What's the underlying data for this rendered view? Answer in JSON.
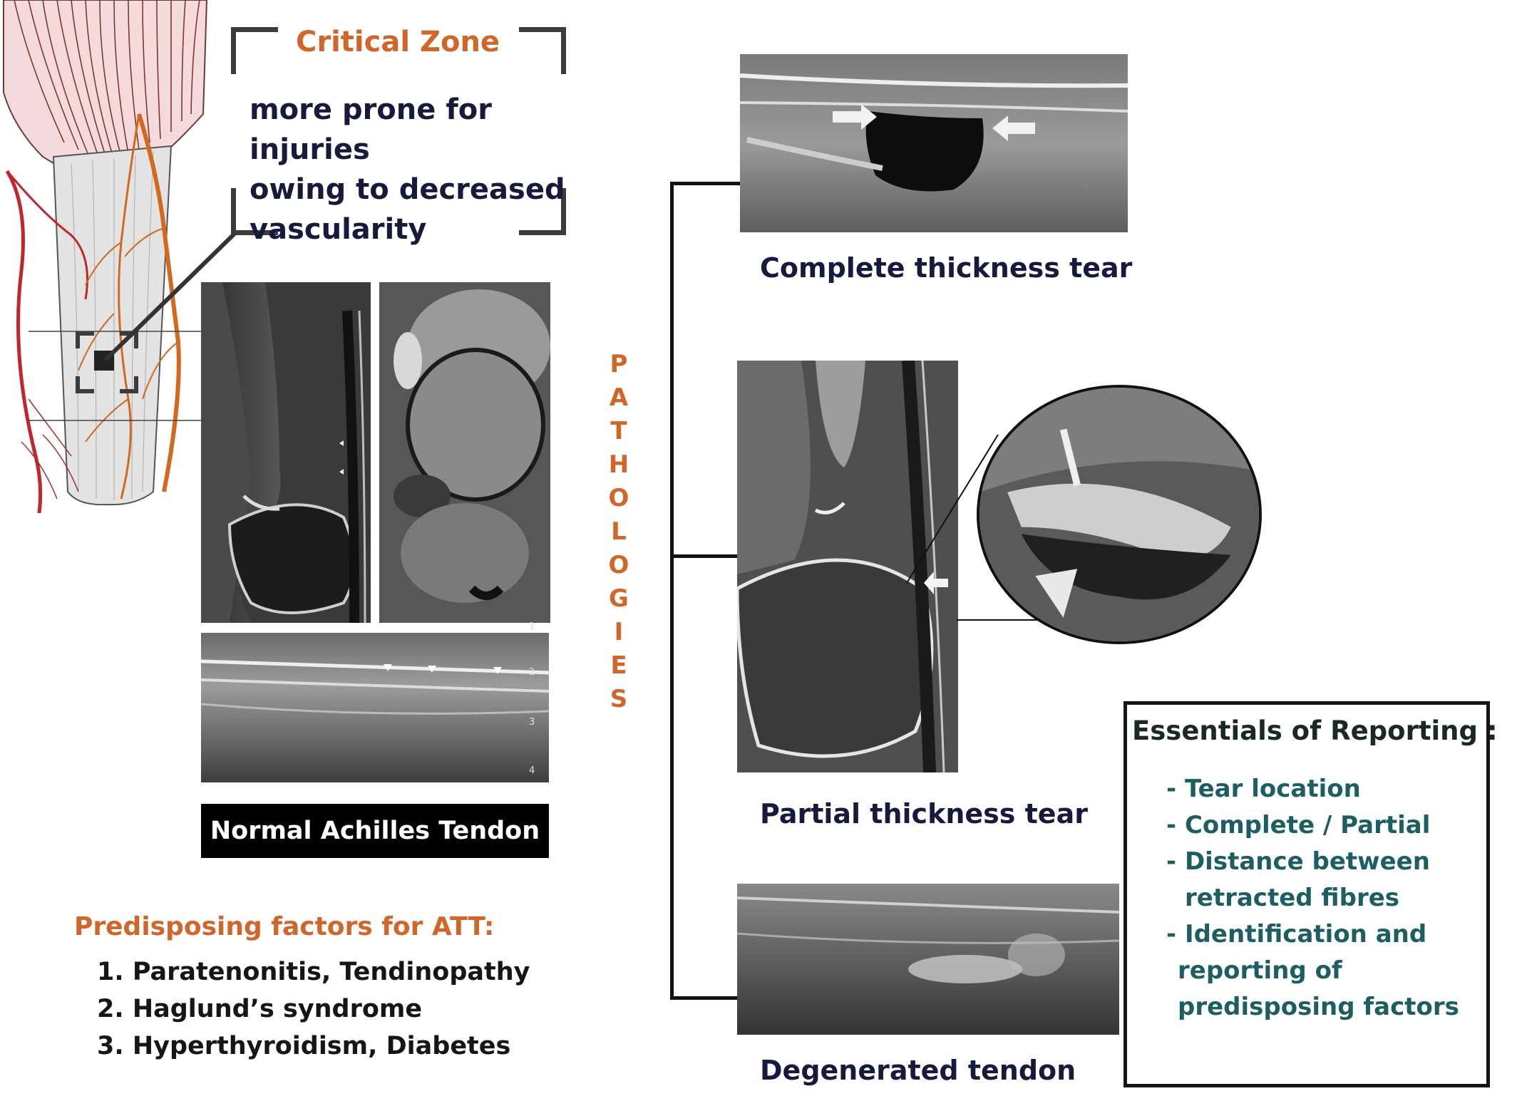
{
  "critical_zone": {
    "title": "Critical Zone",
    "description_lines": [
      "more prone for injuries",
      "owing to decreased",
      "vascularity"
    ]
  },
  "normal_label": "Normal Achilles Tendon",
  "ultrasound_scale_ticks": [
    "1",
    "2",
    "3",
    "4"
  ],
  "pathologies_letters": [
    "P",
    "A",
    "T",
    "H",
    "O",
    "L",
    "O",
    "G",
    "I",
    "E",
    "S"
  ],
  "pathology_captions": {
    "complete": "Complete thickness  tear",
    "partial": "Partial thickness  tear",
    "degenerated": "Degenerated tendon"
  },
  "predisposing": {
    "title": "Predisposing factors for ATT:",
    "items": [
      "1. Paratenonitis, Tendinopathy",
      "2. Haglund’s syndrome",
      "3. Hyperthyroidism, Diabetes"
    ]
  },
  "essentials": {
    "title": "Essentials of Reporting :",
    "items": [
      [
        "- Tear location"
      ],
      [
        "- Complete / Partial"
      ],
      [
        "- Distance between",
        "retracted fibres"
      ],
      [
        "- Identification and",
        "reporting of",
        "predisposing factors"
      ]
    ]
  },
  "colors": {
    "orange": "#d0662a",
    "navy": "#161b3e",
    "teal": "#1d5e62",
    "artery_red": "#c0262a",
    "artery_orange": "#d2691e"
  }
}
